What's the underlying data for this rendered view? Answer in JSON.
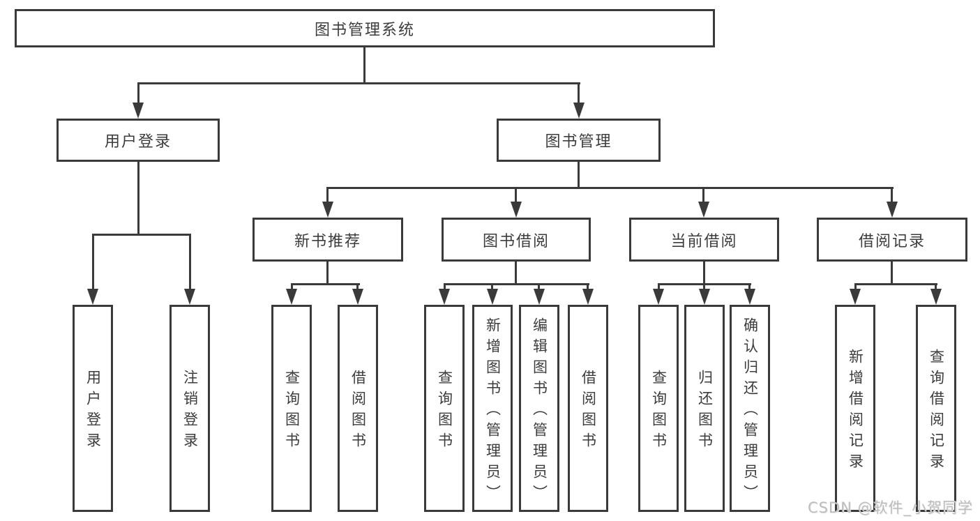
{
  "diagram": {
    "root": {
      "label": "图书管理系统"
    },
    "level2": {
      "user_login": {
        "label": "用户登录"
      },
      "book_management": {
        "label": "图书管理"
      }
    },
    "level3": {
      "new_book_recommend": {
        "label": "新书推荐"
      },
      "book_borrow": {
        "label": "图书借阅"
      },
      "current_borrow": {
        "label": "当前借阅"
      },
      "borrow_records": {
        "label": "借阅记录"
      }
    },
    "leaves": {
      "user_login": [
        "用户登录",
        "注销登录"
      ],
      "new_book_recommend": [
        "查询图书",
        "借阅图书"
      ],
      "book_borrow": [
        "查询图书",
        "新增图书（管理员）",
        "编辑图书（管理员）",
        "借阅图书"
      ],
      "current_borrow": [
        "查询图书",
        "归还图书",
        "确认归还（管理员）"
      ],
      "borrow_records": [
        "新增借阅记录",
        "查询借阅记录"
      ]
    },
    "watermark": "CSDN @软件_小贺同学",
    "colors": {
      "line": "#3a3a3a",
      "text": "#3c3c3c",
      "box_background": "#ffffff",
      "page_background": "#ffffff",
      "watermark": "#bdbdbd"
    }
  }
}
